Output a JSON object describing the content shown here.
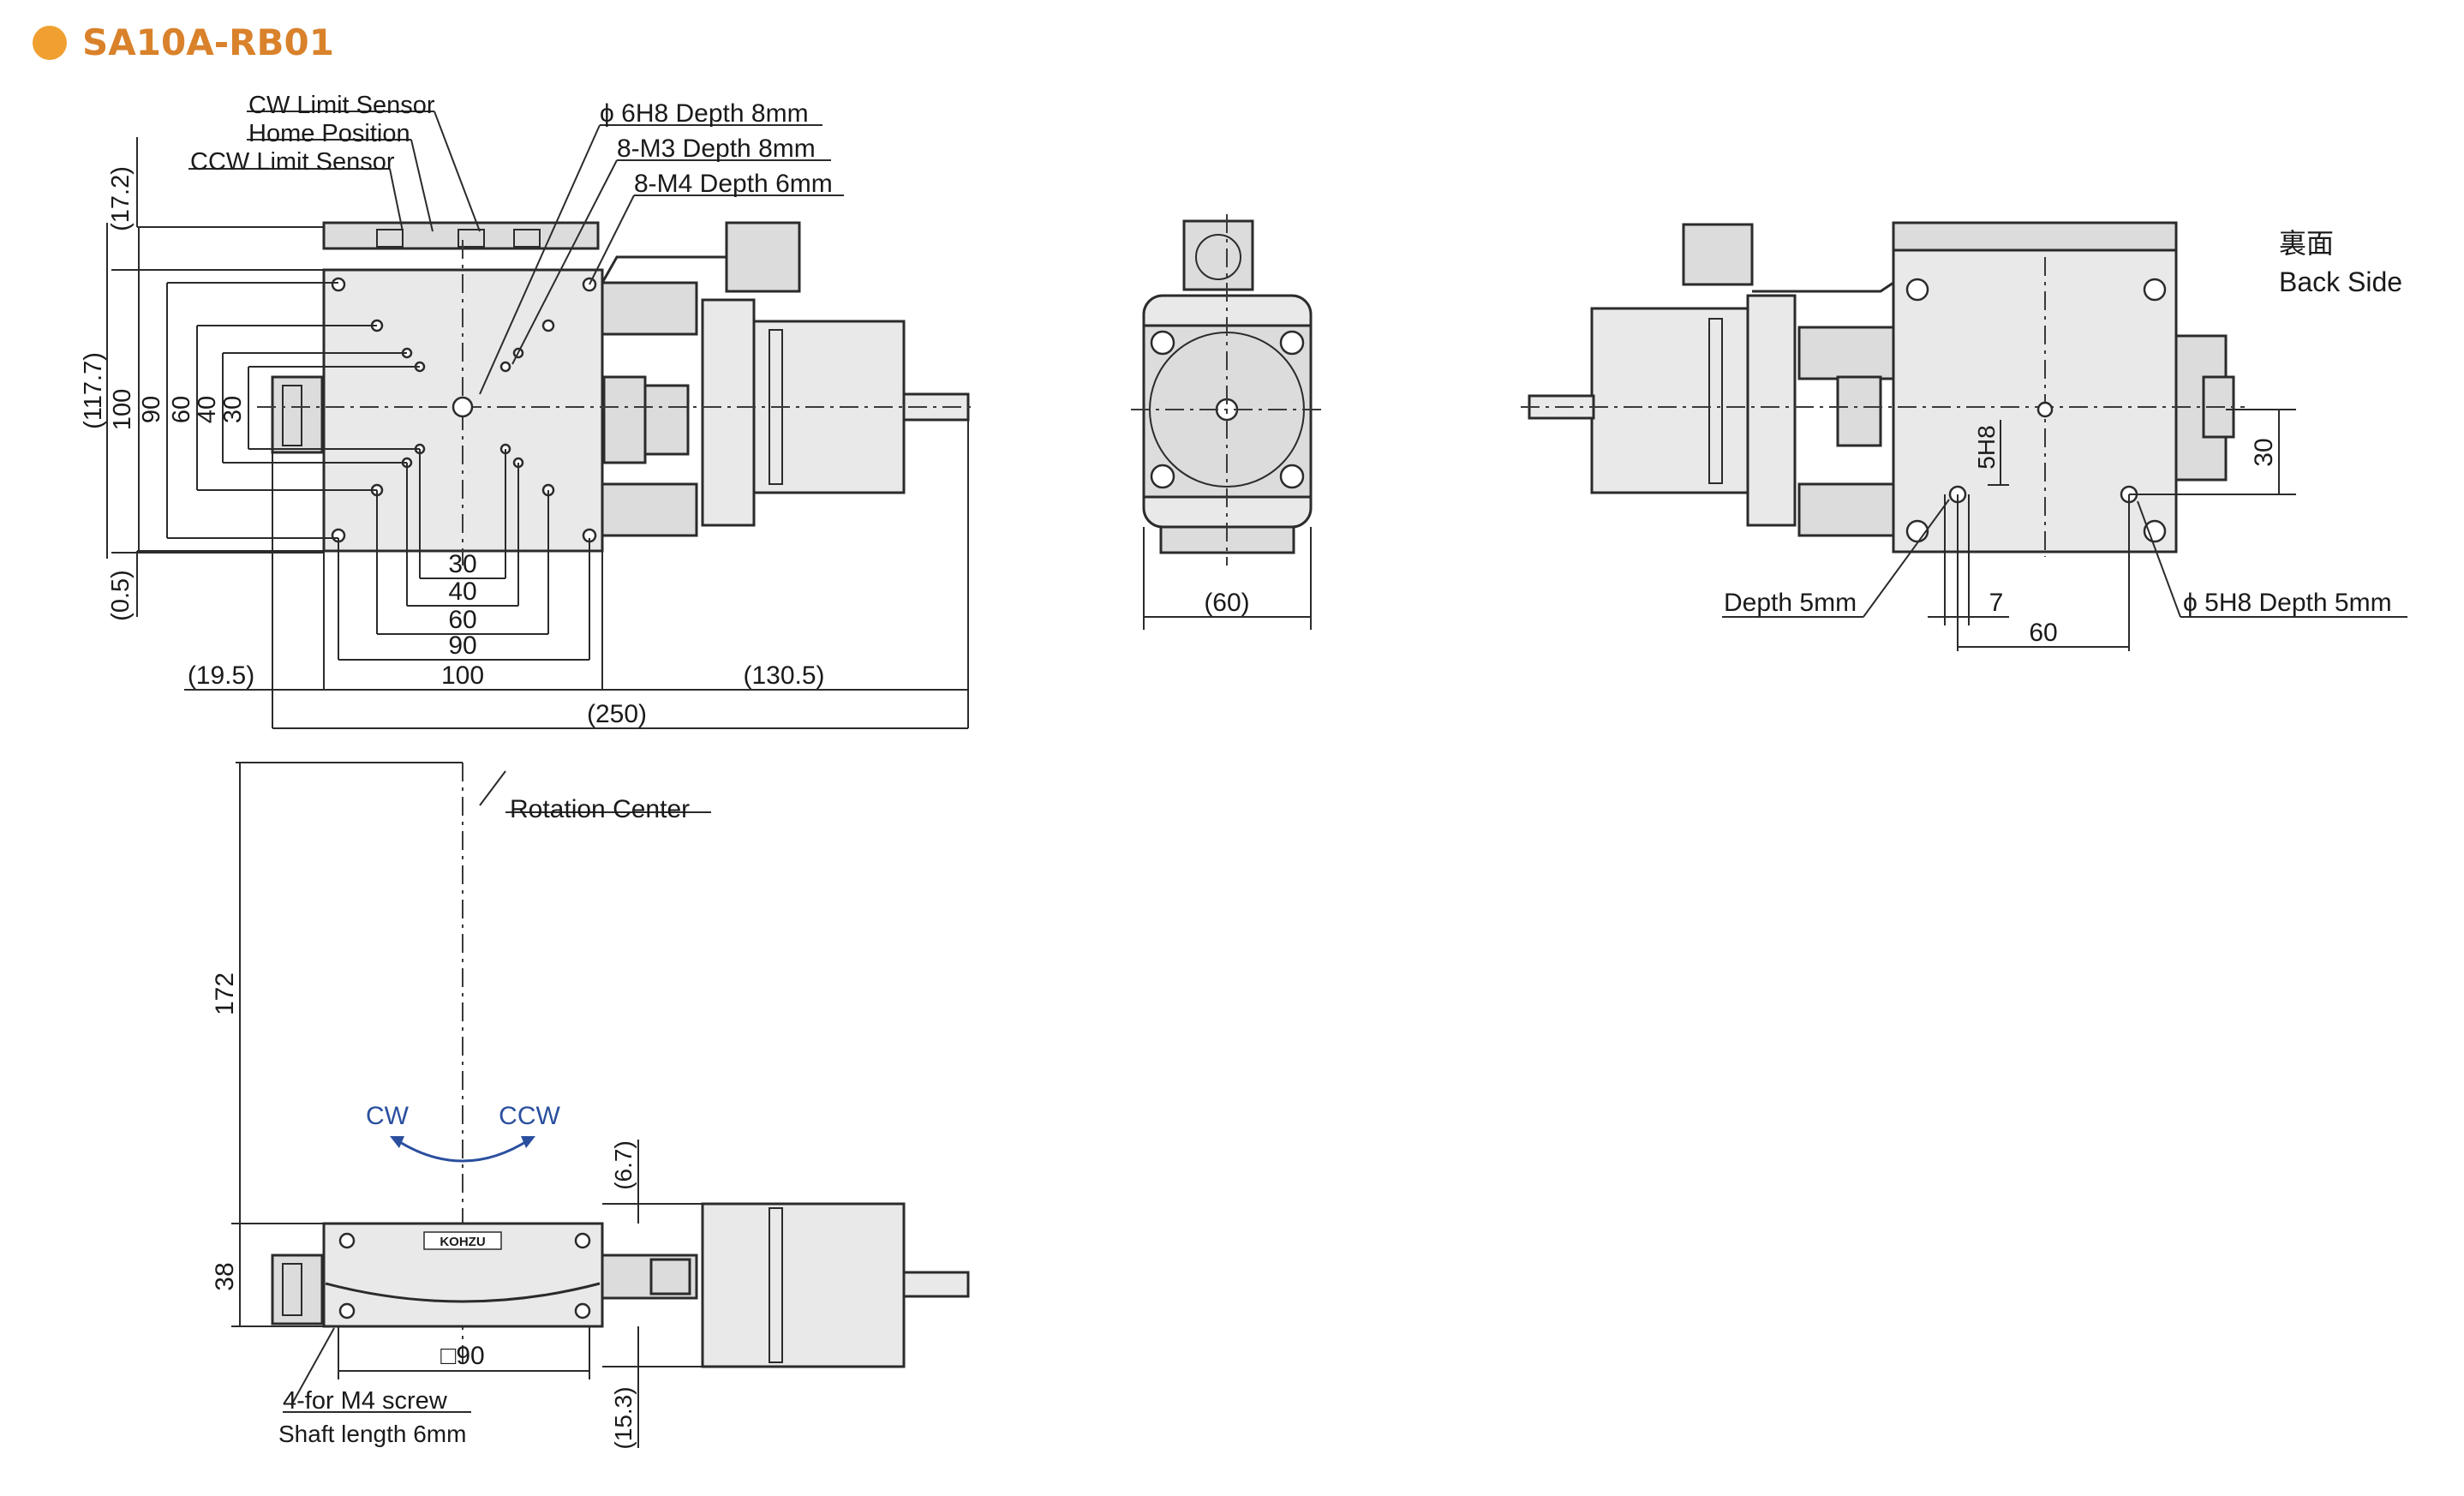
{
  "title": "SA10A-RB01",
  "colors": {
    "title_bullet": "#f0a030",
    "title_text": "#d9822b",
    "rotation_arrow": "#2a4f9e"
  },
  "labels": {
    "cw_limit_sensor": "CW Limit Sensor",
    "home_position": "Home Position",
    "ccw_limit_sensor": "CCW Limit Sensor",
    "phi_6h8": "ϕ 6H8 Depth 8mm",
    "m3": "8-M3 Depth 8mm",
    "m4": "8-M4 Depth 6mm",
    "back_jp": "裏面",
    "back_en": "Back Side",
    "depth_5mm": "Depth 5mm",
    "phi_5h8": "ϕ 5H8 Depth 5mm",
    "rotation_center": "Rotation Center",
    "cw": "CW",
    "ccw": "CCW",
    "m4_screw": "4-for M4 screw",
    "shaft_length": "Shaft length 6mm",
    "logo": "KOHZU"
  },
  "dims": {
    "d_17_2": "(17.2)",
    "d_117_7": "(117.7)",
    "d_100v": "100",
    "d_90v": "90",
    "d_60v": "60",
    "d_40v": "40",
    "d_30v": "30",
    "d_0_5": "(0.5)",
    "d_30h": "30",
    "d_40h": "40",
    "d_60h": "60",
    "d_90h": "90",
    "d_100h": "100",
    "d_19_5": "(19.5)",
    "d_130_5": "(130.5)",
    "d_250": "(250)",
    "d_60_front": "(60)",
    "d_5h8": "5H8",
    "d_30_back": "30",
    "d_7": "7",
    "d_60_back": "60",
    "d_172": "172",
    "d_6_7": "(6.7)",
    "d_38": "38",
    "d_square90": "□90",
    "d_15_3": "(15.3)"
  }
}
